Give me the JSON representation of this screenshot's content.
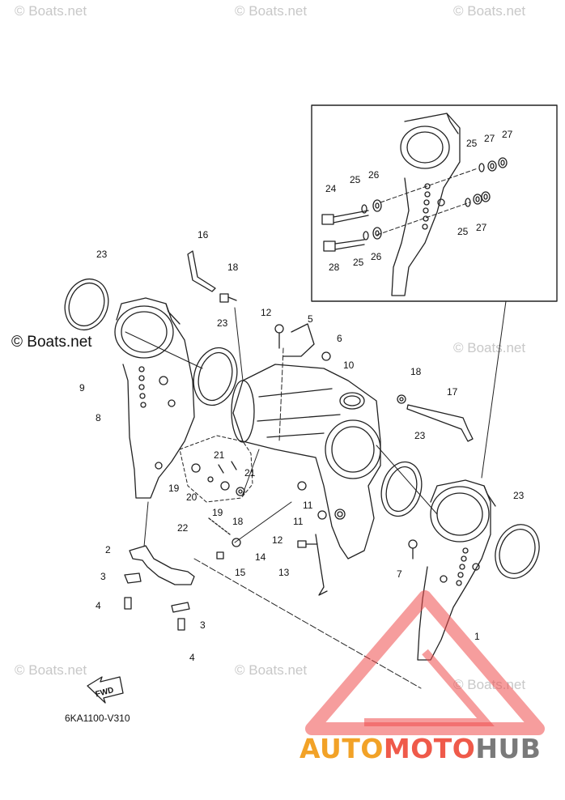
{
  "watermarks": [
    "© Boats.net",
    "© Boats.net",
    "© Boats.net",
    "© Boats.net",
    "© Boats.net",
    "© Boats.net",
    "© Boats.net"
  ],
  "watermark_main": "© Boats.net",
  "diagram_code": "6KA1100-V310",
  "fwd_label": "FWD",
  "brand": {
    "part1": "AUTO",
    "part2": "MOTO",
    "part3": "HUB",
    "color_auto": "#f2a227",
    "color_moto": "#ef5a4a",
    "color_hub": "#7a7a7a",
    "triangle_color": "#ee4c4c"
  },
  "callouts": [
    "1",
    "2",
    "3",
    "3",
    "4",
    "4",
    "5",
    "6",
    "7",
    "8",
    "9",
    "10",
    "11",
    "11",
    "12",
    "12",
    "13",
    "14",
    "15",
    "16",
    "17",
    "18",
    "18",
    "18",
    "19",
    "19",
    "20",
    "21",
    "21",
    "22",
    "23",
    "23",
    "23",
    "23",
    "23",
    "24",
    "25",
    "25",
    "25",
    "25",
    "26",
    "26",
    "27",
    "27",
    "27",
    "28"
  ]
}
